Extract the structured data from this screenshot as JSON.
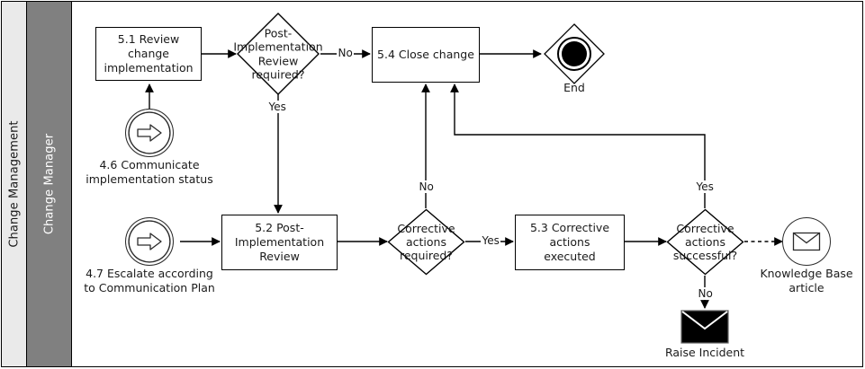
{
  "pool": {
    "label": "Change Management"
  },
  "lane": {
    "label": "Change Manager"
  },
  "tasks": [
    {
      "id": "t51",
      "label": "5.1 Review change\nimplementation"
    },
    {
      "id": "t54",
      "label": "5.4 Close change"
    },
    {
      "id": "t52",
      "label": "5.2 Post-\nImplementation\nReview"
    },
    {
      "id": "t53",
      "label": "5.3 Corrective actions\nexecuted"
    }
  ],
  "gateways": [
    {
      "id": "g1",
      "label": "Post-\nImplementation\nReview\nrequired?"
    },
    {
      "id": "g2",
      "label": "Corrective\nactions\nrequired?"
    },
    {
      "id": "g3",
      "label": "Corrective\nactions\nsuccessful?"
    }
  ],
  "events": [
    {
      "id": "e46",
      "icon": "arrow-right-icon",
      "caption": "4.6 Communicate\nimplementation status"
    },
    {
      "id": "e47",
      "icon": "arrow-right-icon",
      "caption": "4.7 Escalate according\nto Communication Plan"
    },
    {
      "id": "end",
      "icon": "end-event-icon",
      "caption": "End"
    },
    {
      "id": "kb",
      "icon": "envelope-icon",
      "caption": "Knowledge Base\narticle"
    },
    {
      "id": "incident",
      "icon": "envelope-filled-icon",
      "caption": "Raise Incident"
    }
  ],
  "edge_labels": [
    {
      "id": "l_no_pir",
      "text": "No"
    },
    {
      "id": "l_yes_pir",
      "text": "Yes"
    },
    {
      "id": "l_no_ca",
      "text": "No"
    },
    {
      "id": "l_yes_ca",
      "text": "Yes"
    },
    {
      "id": "l_yes_cs",
      "text": "Yes"
    },
    {
      "id": "l_no_cs",
      "text": "No"
    }
  ],
  "colors": {
    "pool_header_bg": "#eaeaea",
    "lane_header_bg": "#808080",
    "stroke": "#000000",
    "canvas_bg": "#ffffff"
  }
}
